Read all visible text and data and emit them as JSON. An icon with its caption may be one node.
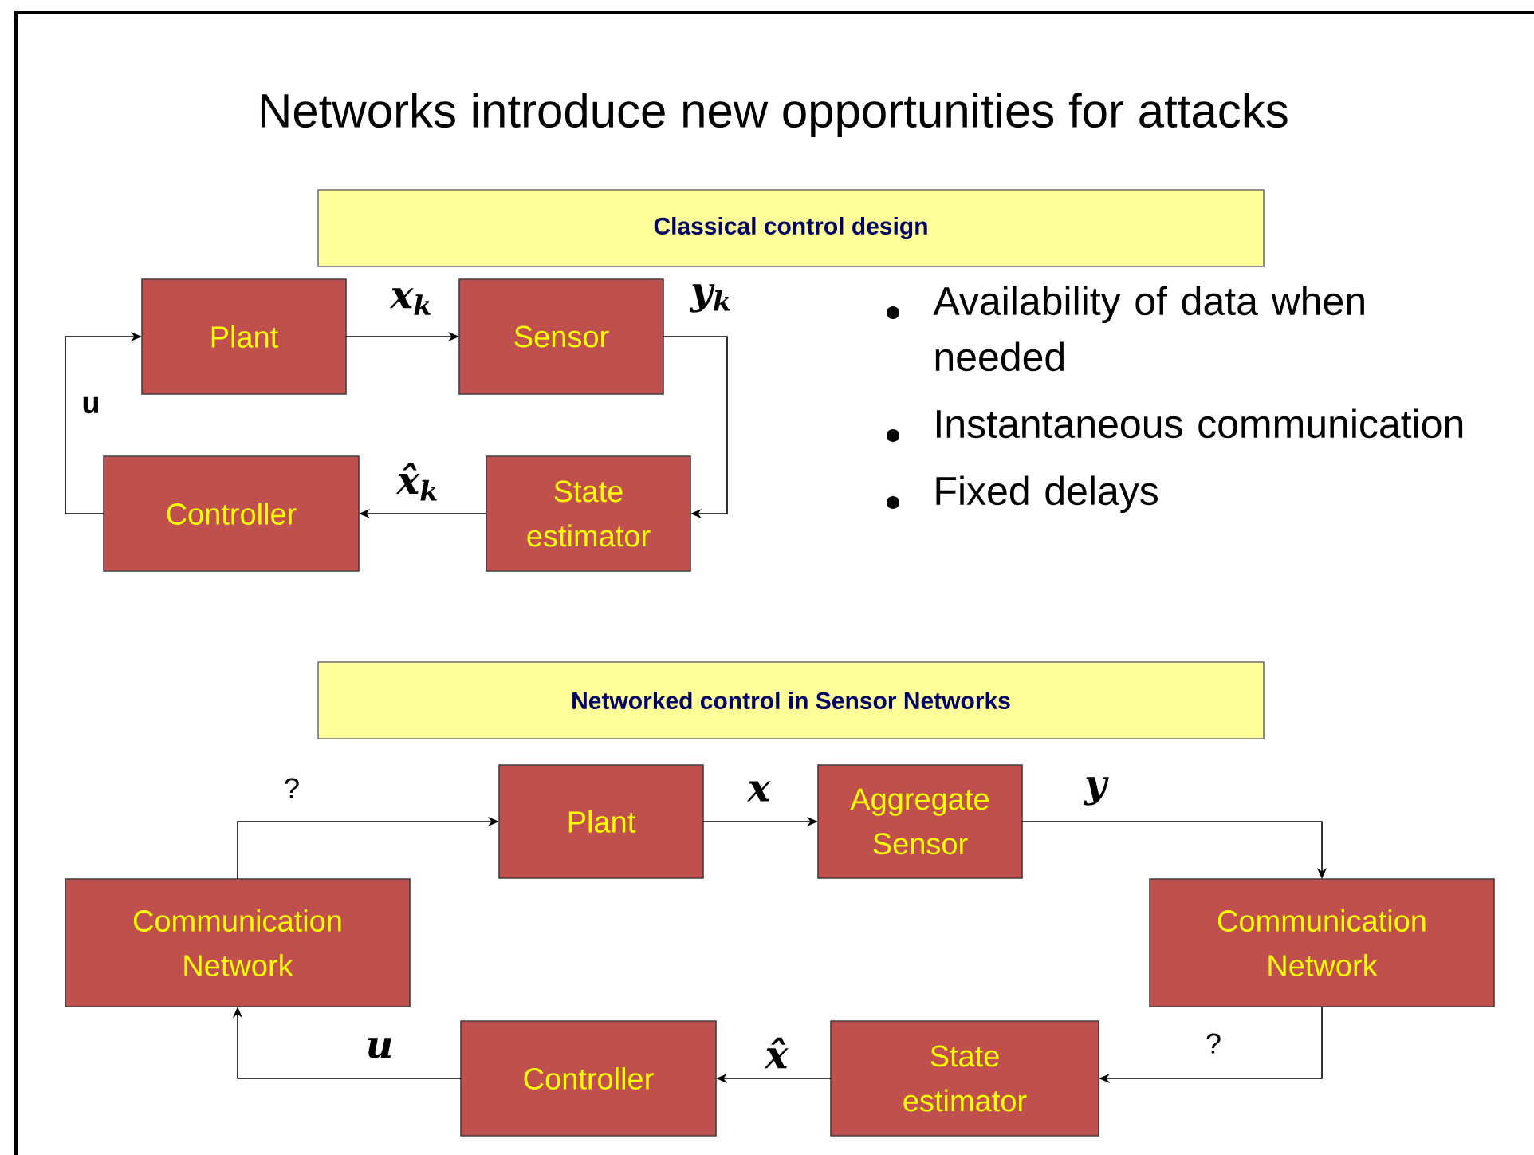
{
  "diagram": {
    "title": "Networks introduce new opportunities for attacks",
    "nodes": [
      {
        "text": [
          "Classical control design"
        ]
      },
      {
        "text": [
          "Plant"
        ]
      },
      {
        "text": [
          "Sensor"
        ]
      },
      {
        "text": [
          "State estimator"
        ]
      },
      {
        "text": [
          "Controller"
        ]
      },
      {
        "text": [
          "Networked control in Sensor Networks"
        ]
      },
      {
        "text": [
          "Communication Network"
        ]
      },
      {
        "text": [
          "Plant"
        ]
      },
      {
        "text": [
          "Aggregate Sensor"
        ]
      },
      {
        "text": [
          "Communication Network"
        ]
      },
      {
        "text": [
          "State estimator"
        ]
      },
      {
        "text": [
          "Controller"
        ]
      }
    ],
    "edges": [
      {
        "from": 1,
        "to": 2,
        "arrow": "to",
        "label": "x$_{k}$"
      },
      {
        "from": 2,
        "to": 3,
        "arrow": "to",
        "label": "y$_{k}$"
      },
      {
        "from": 3,
        "to": 4,
        "arrow": "to",
        "label": "x̂$_{k}$"
      },
      {
        "from": 4,
        "to": 1,
        "arrow": "to",
        "label": "u"
      },
      {
        "from": 6,
        "to": 7,
        "arrow": "to",
        "label": "?"
      },
      {
        "from": 7,
        "to": 8,
        "arrow": "to",
        "label": "x"
      },
      {
        "from": 8,
        "to": 9,
        "arrow": "to",
        "label": "y"
      },
      {
        "from": 9,
        "to": 10,
        "arrow": "to",
        "label": "?"
      },
      {
        "from": 10,
        "to": 11,
        "arrow": "to",
        "label": "x̂"
      },
      {
        "from": 11,
        "to": 6,
        "arrow": "to",
        "label": "u"
      }
    ],
    "labels": [
      "Availability of data when needed",
      "Instantaneous communication",
      "Fixed delays"
    ]
  }
}
